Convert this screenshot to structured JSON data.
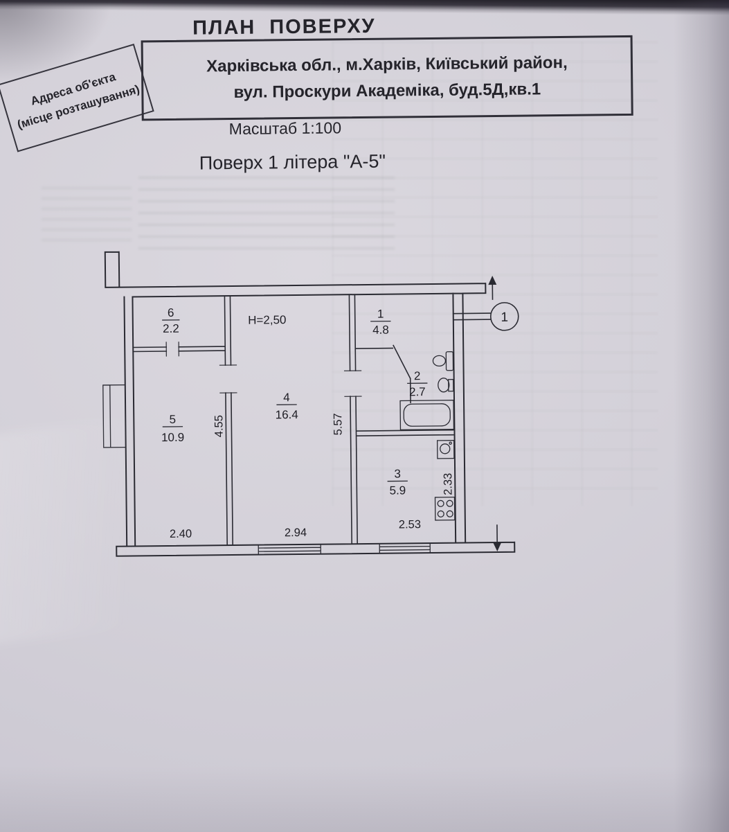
{
  "document": {
    "title": "ПЛАН  ПОВЕРХУ",
    "address_label": {
      "line1": "Адреса об'єкта",
      "line2": "(місце розташування)"
    },
    "address": {
      "line1": "Харківська обл., м.Харків, Київський район,",
      "line2": "вул. Проскури Академіка, буд.5Д,кв.1"
    },
    "scale": "Масштаб 1:100",
    "floor_heading": "Поверх 1 літера \"А-5\""
  },
  "floor_plan": {
    "ceiling_height": "H=2,50",
    "entry_node": "1",
    "rooms": {
      "room1": {
        "number": "1",
        "area": "4.8"
      },
      "room2": {
        "number": "2",
        "area": "2.7"
      },
      "room3": {
        "number": "3",
        "area": "5.9"
      },
      "room4": {
        "number": "4",
        "area": "16.4"
      },
      "room5": {
        "number": "5",
        "area": "10.9"
      },
      "room6": {
        "number": "6",
        "area": "2.2"
      }
    },
    "dimensions": {
      "left_room_depth": "4.55",
      "middle_room_depth": "5.57",
      "kitchen_depth": "2.33",
      "left_width": "2.40",
      "middle_width": "2.94",
      "right_width": "2.53"
    }
  },
  "colors": {
    "ink": "#2a2a32",
    "paper": "#d4d1d9"
  }
}
